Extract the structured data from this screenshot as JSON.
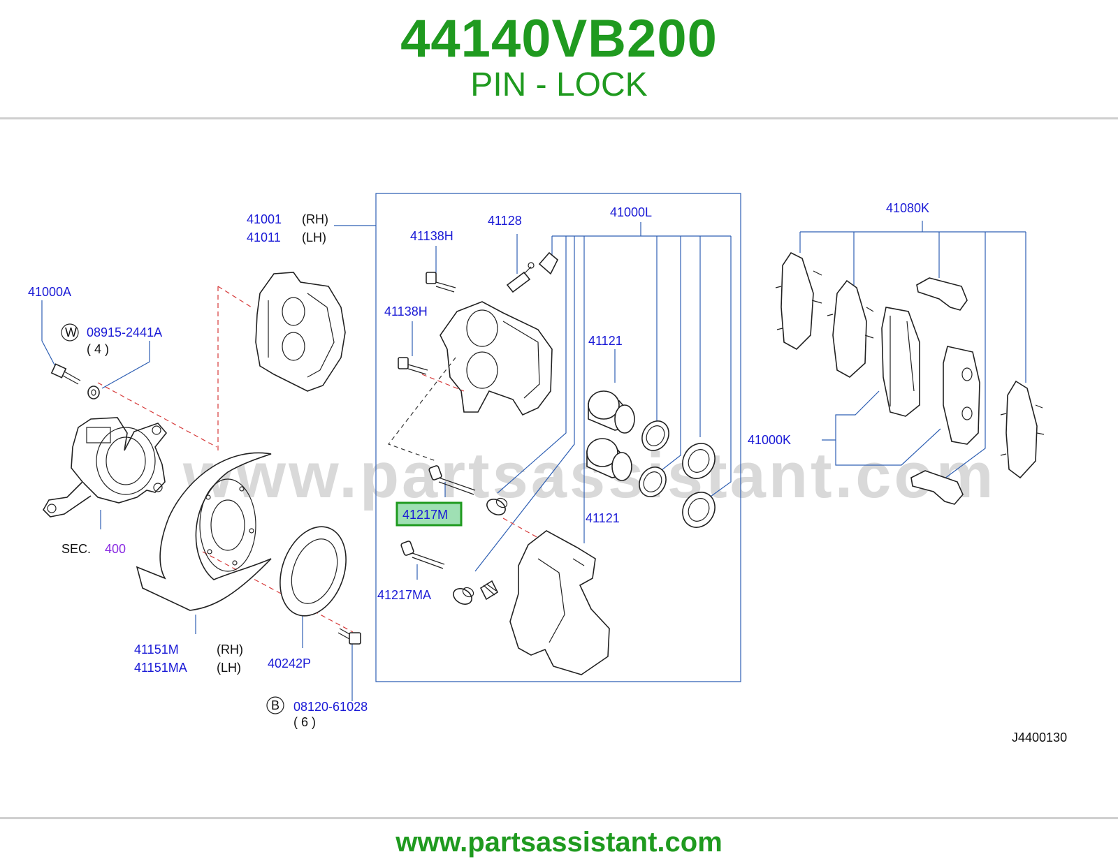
{
  "header": {
    "part_number": "44140VB200",
    "part_name": "PIN - LOCK"
  },
  "footer": {
    "url": "www.partsassistant.com"
  },
  "watermark": "www.partsassistant.com",
  "diagram_id": "J4400130",
  "highlight_color": "#1f9a1f",
  "labels": {
    "l41001": "41001",
    "l41001_side": "(RH)",
    "l41011": "41011",
    "l41011_side": "(LH)",
    "l41000A": "41000A",
    "w_marker": "W",
    "l08915": "08915-2441A",
    "l08915_qty": "( 4 )",
    "sec": "SEC.",
    "sec_num": "400",
    "l41151M": "41151M",
    "l41151M_side": "(RH)",
    "l41151MA": "41151MA",
    "l41151MA_side": "(LH)",
    "l40242P": "40242P",
    "b_marker": "B",
    "l08120": "08120-61028",
    "l08120_qty": "( 6 )",
    "l41138H_a": "41138H",
    "l41138H_b": "41138H",
    "l41128": "41128",
    "l41000L": "41000L",
    "l41121_a": "41121",
    "l41121_b": "41121",
    "l41217M": "41217M",
    "l41217MA": "41217MA",
    "l41080K": "41080K",
    "l41000K": "41000K"
  }
}
